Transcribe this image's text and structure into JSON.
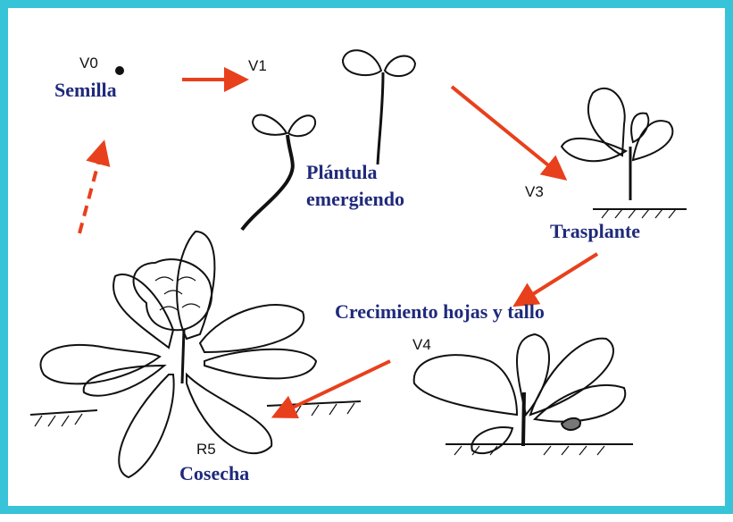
{
  "stages": [
    {
      "code": "V0",
      "label": "Semilla"
    },
    {
      "code": "V1",
      "label_line1": "Plántula",
      "label_line2": "emergiendo"
    },
    {
      "code": "V3",
      "label": "Trasplante"
    },
    {
      "code": "V4",
      "label": "Crecimiento hojas y tallo"
    },
    {
      "code": "R5",
      "label": "Cosecha"
    }
  ],
  "colors": {
    "frame": "#37c3d8",
    "label_text": "#1f2a7a",
    "arrow": "#e8401c",
    "drawing": "#111111"
  },
  "icons": [
    "seed-icon",
    "seedling-icon",
    "transplant-plant-icon",
    "growing-plant-icon",
    "cabbage-harvest-icon",
    "arrow-icon"
  ]
}
